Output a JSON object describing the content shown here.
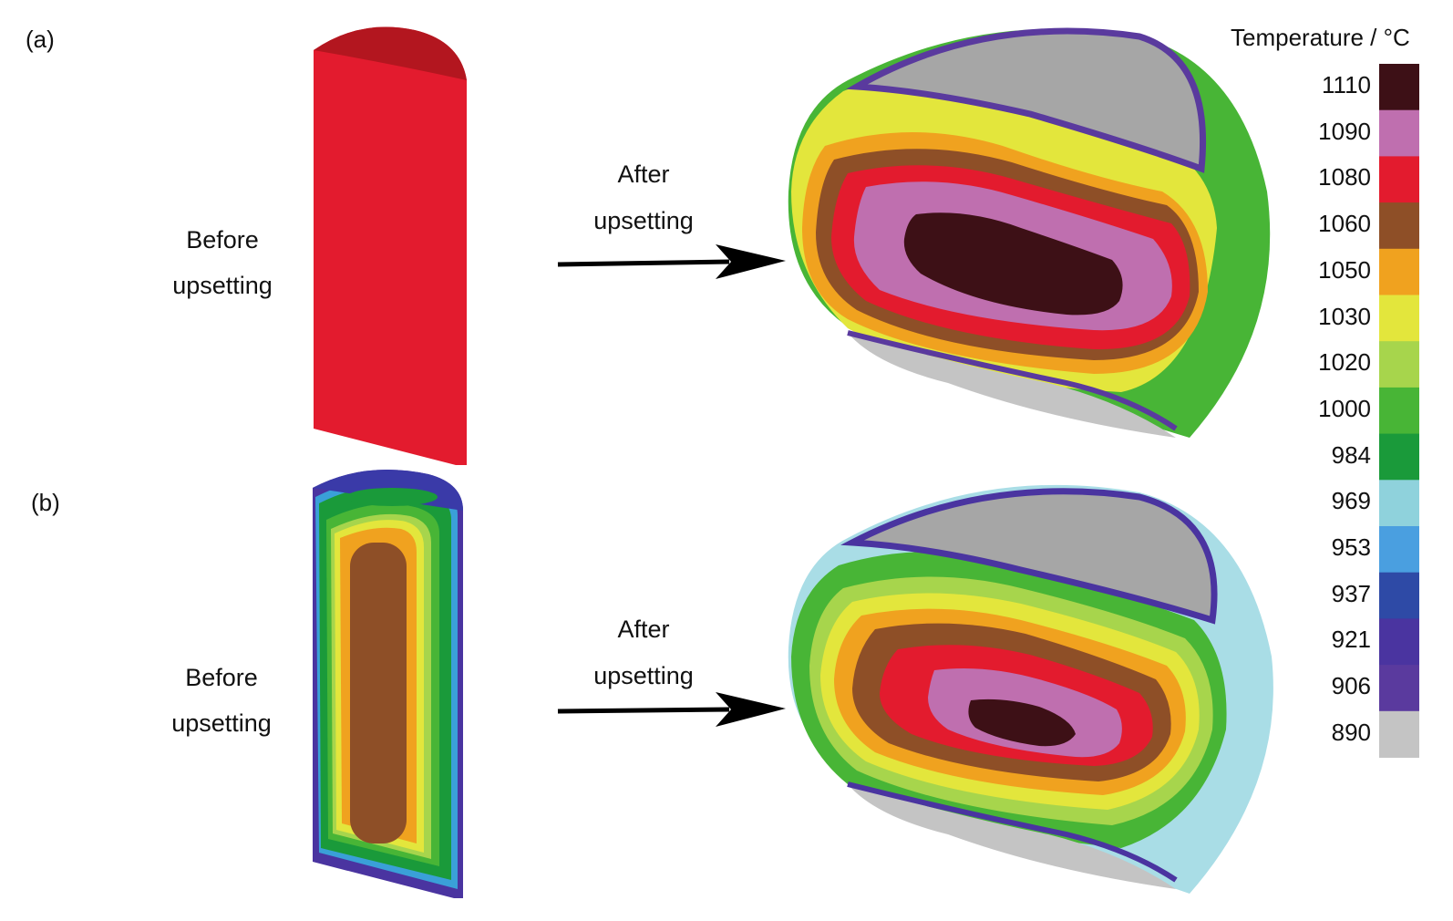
{
  "panels": [
    {
      "id": "a",
      "label": "(a)",
      "before": [
        "Before",
        "upsetting"
      ],
      "after": [
        "After",
        "upsetting"
      ]
    },
    {
      "id": "b",
      "label": "(b)",
      "before": [
        "Before",
        "upsetting"
      ],
      "after": [
        "After",
        "upsetting"
      ]
    }
  ],
  "legend": {
    "title": "Temperature / °C",
    "levels": [
      {
        "value": "1110",
        "color": "#3d1016"
      },
      {
        "value": "1090",
        "color": "#bf6faf"
      },
      {
        "value": "1080",
        "color": "#e31b2e"
      },
      {
        "value": "1060",
        "color": "#8e4f27"
      },
      {
        "value": "1050",
        "color": "#f0a21f"
      },
      {
        "value": "1030",
        "color": "#e3e63c"
      },
      {
        "value": "1020",
        "color": "#a7d54c"
      },
      {
        "value": "1000",
        "color": "#48b536"
      },
      {
        "value": "984",
        "color": "#1a9a3a"
      },
      {
        "value": "969",
        "color": "#8fd2dc"
      },
      {
        "value": "953",
        "color": "#4a9fe0"
      },
      {
        "value": "937",
        "color": "#2e4aa6"
      },
      {
        "value": "921",
        "color": "#4a34a0"
      },
      {
        "value": "906",
        "color": "#5a3a9e"
      },
      {
        "value": "890",
        "color": "#c4c4c4"
      }
    ]
  }
}
